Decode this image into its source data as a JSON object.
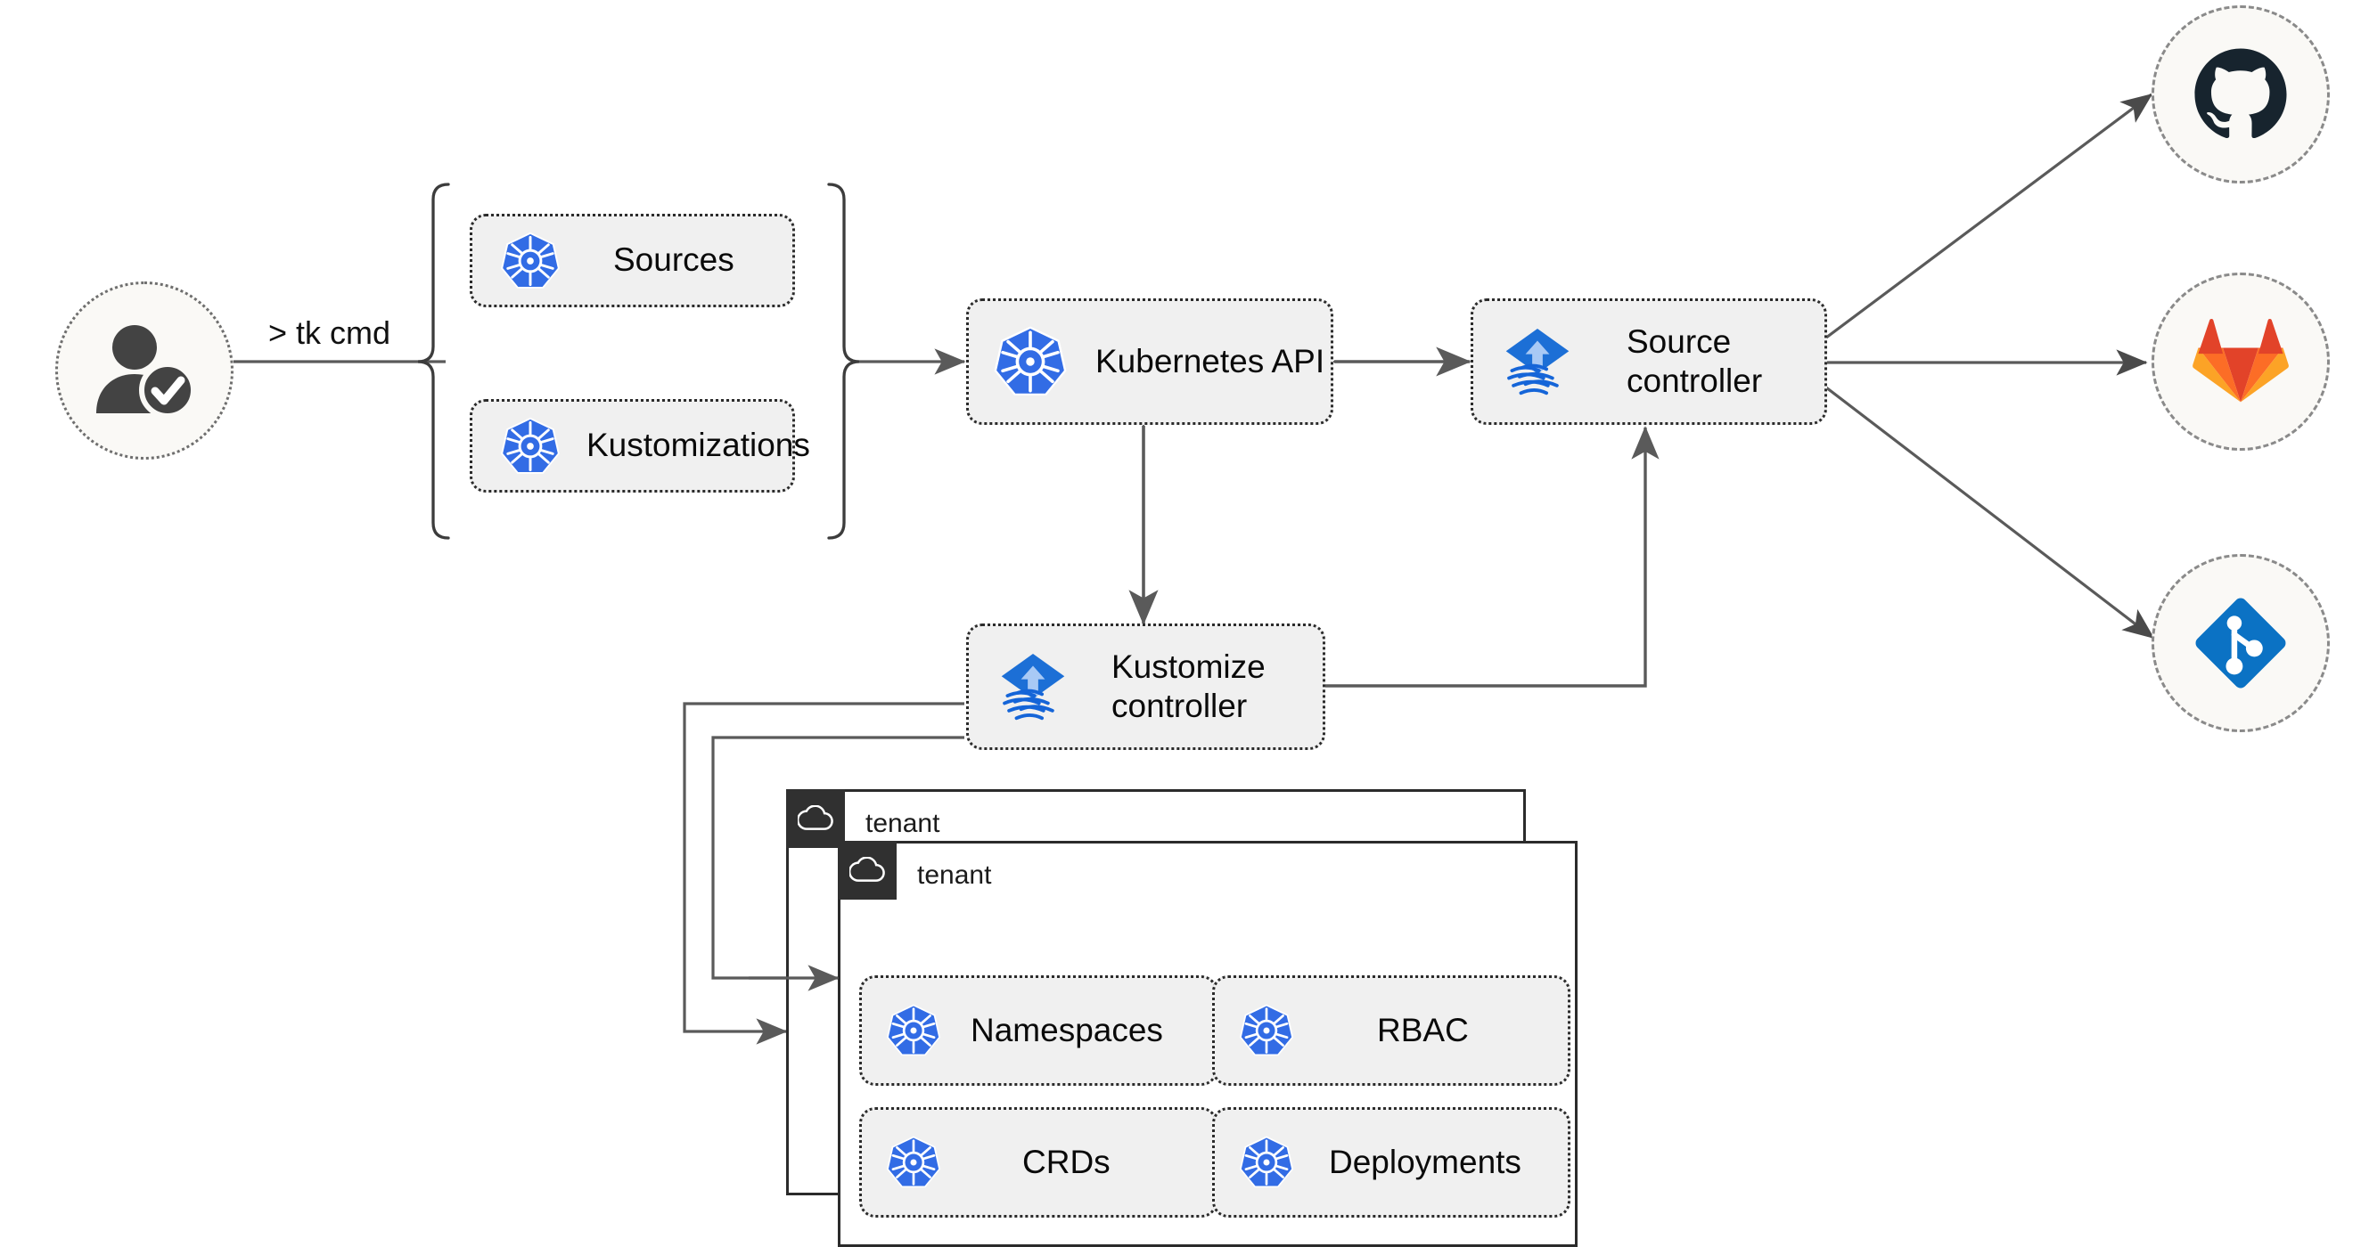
{
  "diagram": {
    "title": "Flux multi-tenancy GitOps architecture",
    "background": "#ffffff",
    "accent_blue": "#1f6fd0",
    "k8s_blue": "#326ce5",
    "github_dark": "#17242e",
    "gitlab_red": "#e24329",
    "gitlab_orange": "#fc6d26",
    "gitlab_amber": "#fca326",
    "git_blue": "#0b72c4",
    "line_color": "#5a5a5a",
    "panel_tab_color": "#303030"
  },
  "actor": {
    "name": "user-verified",
    "icon": "user-check-icon",
    "command_label": "> tk cmd"
  },
  "resources_group": {
    "brace": "right-curly-brace",
    "items": [
      {
        "label": "Sources",
        "icon": "kubernetes-icon"
      },
      {
        "label": "Kustomizations",
        "icon": "kubernetes-icon"
      }
    ]
  },
  "cluster": {
    "api": {
      "label": "Kubernetes API",
      "icon": "kubernetes-icon"
    },
    "source_controller": {
      "label_line1": "Source",
      "label_line2": "controller",
      "icon": "flux-icon"
    },
    "kustomize_controller": {
      "label_line1": "Kustomize",
      "label_line2": "controller",
      "icon": "flux-icon"
    }
  },
  "providers": [
    {
      "label": "",
      "icon": "github-icon"
    },
    {
      "label": "",
      "icon": "gitlab-icon"
    },
    {
      "label": "",
      "icon": "git-repository-icon"
    }
  ],
  "tenants": [
    {
      "title": "tenant",
      "icon": "cloud-icon",
      "resources": []
    },
    {
      "title": "tenant",
      "icon": "cloud-icon",
      "resources": [
        {
          "label": "Namespaces",
          "icon": "kubernetes-icon"
        },
        {
          "label": "RBAC",
          "icon": "kubernetes-icon"
        },
        {
          "label": "CRDs",
          "icon": "kubernetes-icon"
        },
        {
          "label": "Deployments",
          "icon": "kubernetes-icon"
        }
      ]
    }
  ]
}
